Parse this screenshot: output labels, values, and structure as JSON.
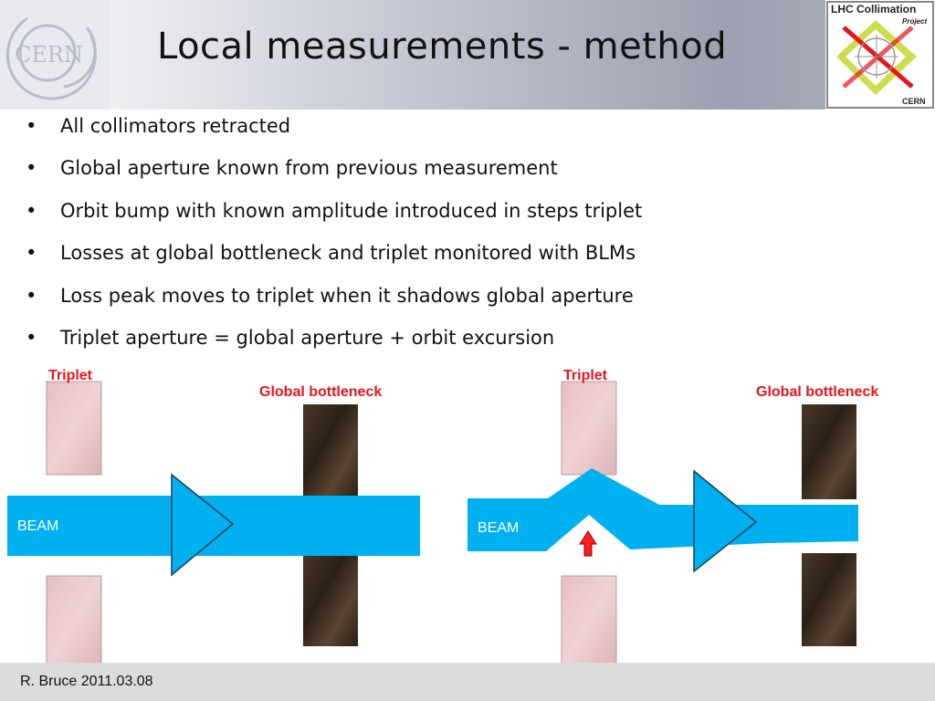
{
  "slide": {
    "title": "Local measurements - method",
    "bullets": [
      "All collimators retracted",
      "Global aperture known from previous measurement",
      "Orbit bump with known amplitude introduced in steps triplet",
      "Losses at global bottleneck and triplet monitored with BLMs",
      "Loss peak moves to triplet when it shadows global aperture",
      "Triplet aperture = global aperture + orbit excursion"
    ],
    "bullet_symbol": "•"
  },
  "logos": {
    "cern_text": "CERN",
    "lhc_line1": "LHC Collimation",
    "lhc_line2": "Project",
    "lhc_line3": "CERN"
  },
  "diagram": {
    "left": {
      "triplet_label": "Triplet",
      "bottleneck_label": "Global bottleneck",
      "beam_label": "BEAM"
    },
    "right": {
      "triplet_label": "Triplet",
      "bottleneck_label": "Global bottleneck",
      "beam_label": "BEAM"
    }
  },
  "footer": {
    "text": "R. Bruce 2011.03.08"
  },
  "colors": {
    "beam": "#00b0f0",
    "label_red": "#e8141b",
    "triplet_block": "#e9c3c6",
    "bottleneck_block": "#3c2c1e",
    "footer_bg": "#dcdcdc"
  }
}
